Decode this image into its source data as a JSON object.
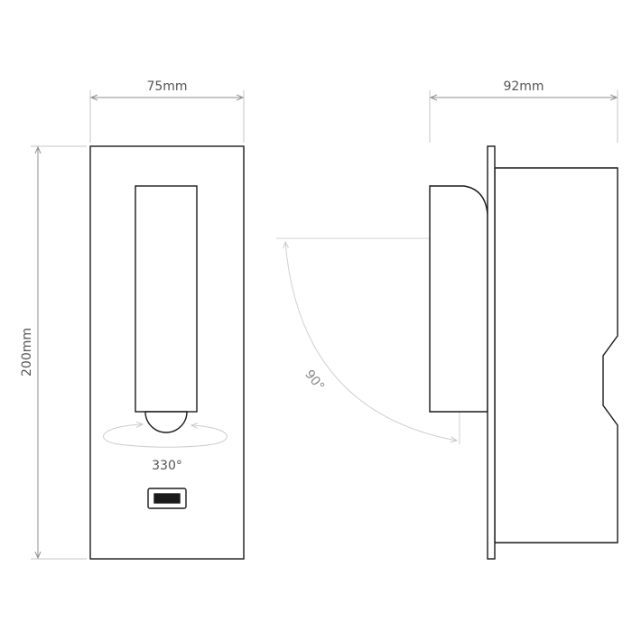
{
  "dimensions": {
    "front_width": "75mm",
    "front_height": "200mm",
    "side_depth": "92mm"
  },
  "angles": {
    "rotation": "330°",
    "tilt": "90°"
  },
  "colors": {
    "outline": "#1a1a1a",
    "dimension_line": "#8f8f8f",
    "extension_line": "#c4c4c4",
    "guide_line": "#d0d0d0",
    "text": "#555555"
  }
}
